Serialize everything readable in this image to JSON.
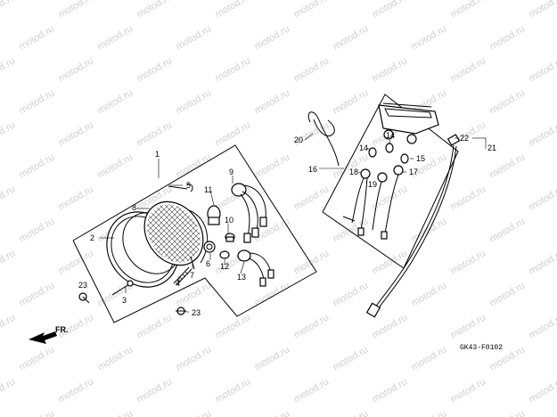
{
  "diagram": {
    "watermark": "motod.ru",
    "code": "GK43-F0102",
    "direction": "FR.",
    "part_numbers": [
      "1",
      "2",
      "3",
      "4",
      "5",
      "6",
      "7",
      "8",
      "9",
      "10",
      "11",
      "12",
      "13",
      "14",
      "14",
      "15",
      "16",
      "17",
      "18",
      "19",
      "20",
      "21",
      "22",
      "23",
      "23"
    ]
  }
}
